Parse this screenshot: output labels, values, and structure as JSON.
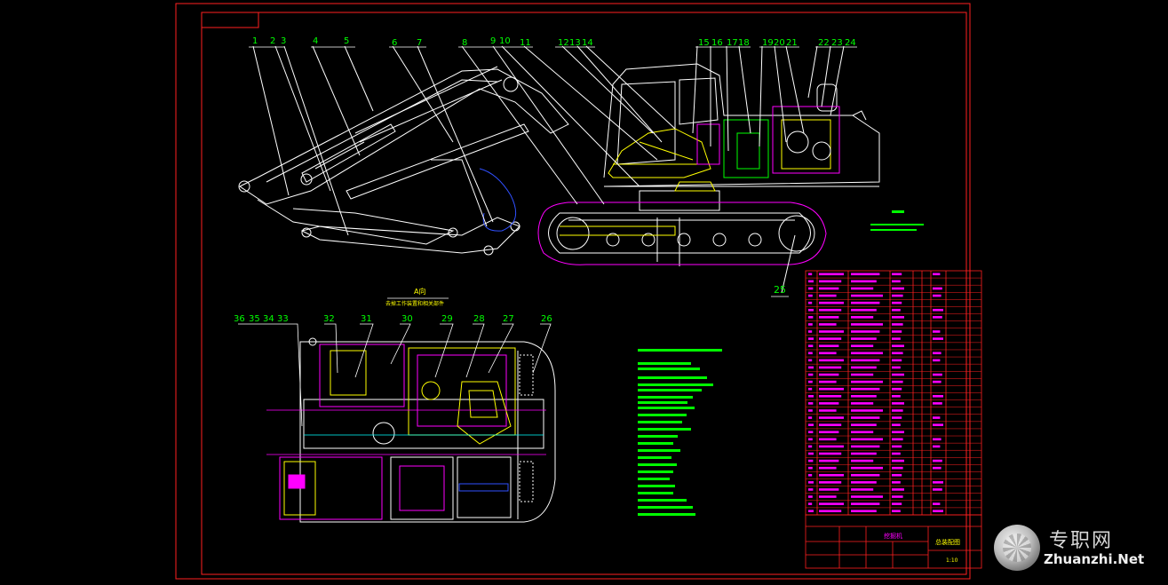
{
  "drawing": {
    "callouts_top": [
      "1",
      "2",
      "3",
      "4",
      "5",
      "6",
      "7",
      "8",
      "9",
      "10",
      "11",
      "12",
      "13",
      "14",
      "15",
      "16",
      "17",
      "18",
      "19",
      "20",
      "21",
      "22",
      "23",
      "24"
    ],
    "callout_25": "25",
    "callouts_plan": [
      "36",
      "35",
      "34",
      "33",
      "32",
      "31",
      "30",
      "29",
      "28",
      "27",
      "26"
    ],
    "section_title": "A向",
    "section_subtitle": "去掉工作装置和相关部件",
    "colors": {
      "frame": "#ff0000",
      "lines": "#ffffff",
      "magenta": "#ff00ff",
      "yellow": "#ffff00",
      "cyan": "#00ffff",
      "green": "#00ff00",
      "blue": "#3050ff"
    }
  },
  "title_block": {
    "drawing_title": "总装配图",
    "material": "挖掘机",
    "scale": "1:10"
  },
  "watermark": {
    "brand_cn": "专职网",
    "brand_en": "Zhuanzhi.Net"
  }
}
